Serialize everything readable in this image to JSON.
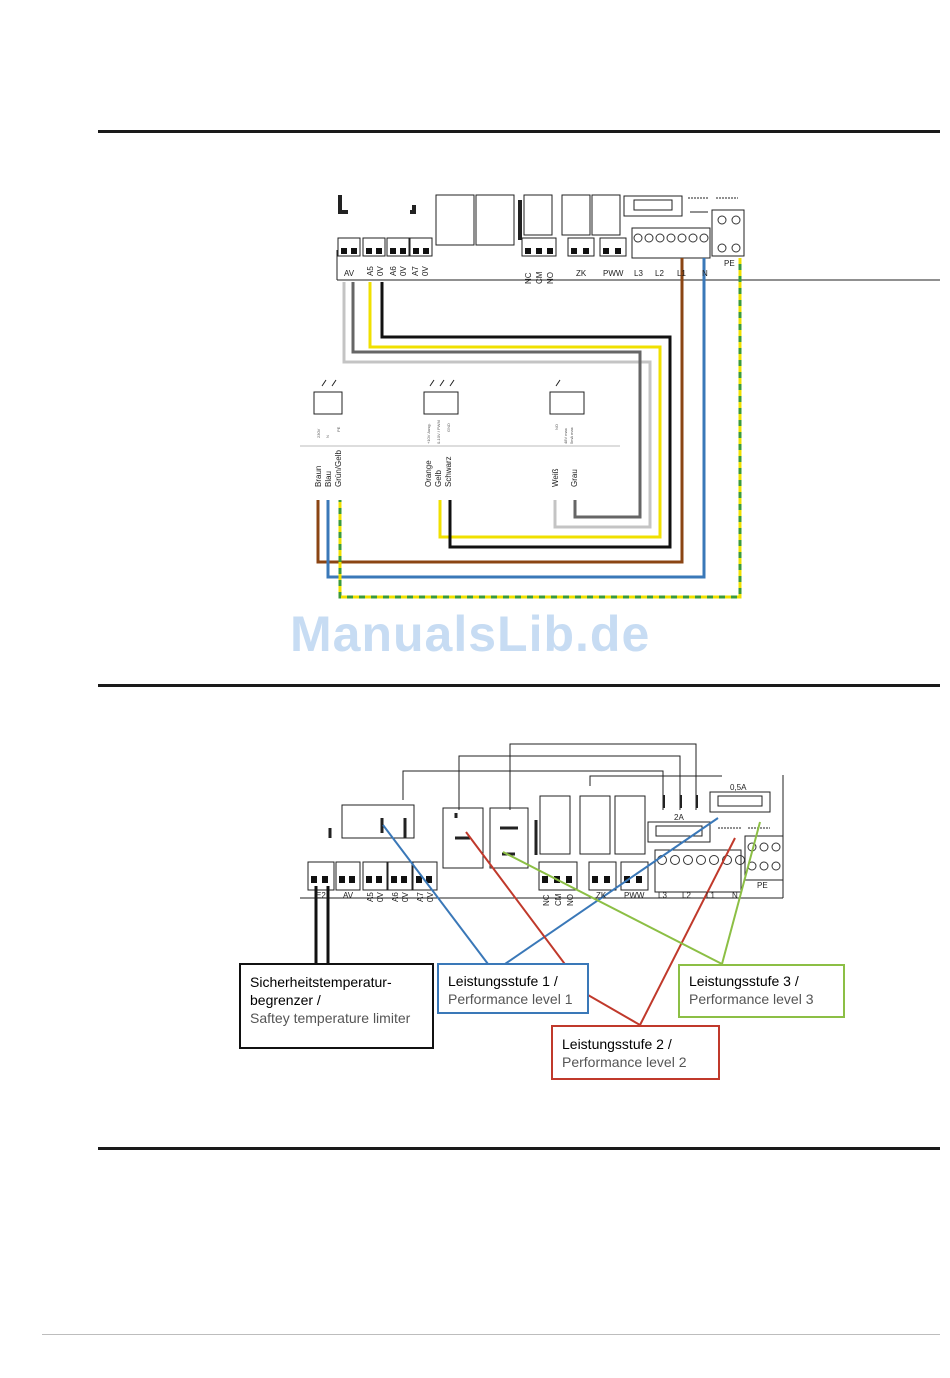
{
  "diagram1": {
    "board_terminals": [
      "AV",
      "A5",
      "0V",
      "A6",
      "0V",
      "A7",
      "0V",
      "NC",
      "CM",
      "NO",
      "ZK",
      "PWW",
      "L3",
      "L2",
      "L1",
      "N",
      "PE"
    ],
    "fan_wires": [
      "Braun",
      "Blau",
      "Grün/Gelb"
    ],
    "fan_pins": [
      "230V",
      "N",
      "PE"
    ],
    "sensor_wires": [
      "Orange",
      "Gelb",
      "Schwarz"
    ],
    "sensor_pins": [
      "+10V Ausg.",
      "0-10V / PWM",
      "GND"
    ],
    "relay_wires": [
      "Weiß",
      "Grau"
    ],
    "relay_pins": [
      "NO",
      "48V max",
      "5mA max"
    ],
    "wire_colors": {
      "brown": "#8b4513",
      "blue": "#3a78b8",
      "yellow": "#f0e000",
      "black": "#111111",
      "light_gray": "#c4c4c4",
      "dark_gray": "#666666",
      "green": "#3a9a3a"
    }
  },
  "watermark": "ManualsLib.de",
  "diagram2": {
    "board_terminals": [
      "E2",
      "AV",
      "A5",
      "0V",
      "A6",
      "0V",
      "A7",
      "0V",
      "NC",
      "CM",
      "NO",
      "ZK",
      "PWW",
      "L3",
      "L2",
      "L1",
      "N",
      "PE"
    ],
    "fuse_labels": [
      "0,5A",
      "2A"
    ],
    "callouts": {
      "safety": {
        "line1": "Sicherheitstemperatur-",
        "line2": "begrenzer /",
        "line3": "Saftey temperature limiter",
        "color": "#111111"
      },
      "level1": {
        "line1": "Leistungsstufe 1 /",
        "line2": "Performance level 1",
        "color": "#3a78b8"
      },
      "level2": {
        "line1": "Leistungsstufe 2 /",
        "line2": "Performance level 2",
        "color": "#c0392b"
      },
      "level3": {
        "line1": "Leistungsstufe 3 /",
        "line2": "Performance level 3",
        "color": "#8cbf45"
      }
    }
  }
}
